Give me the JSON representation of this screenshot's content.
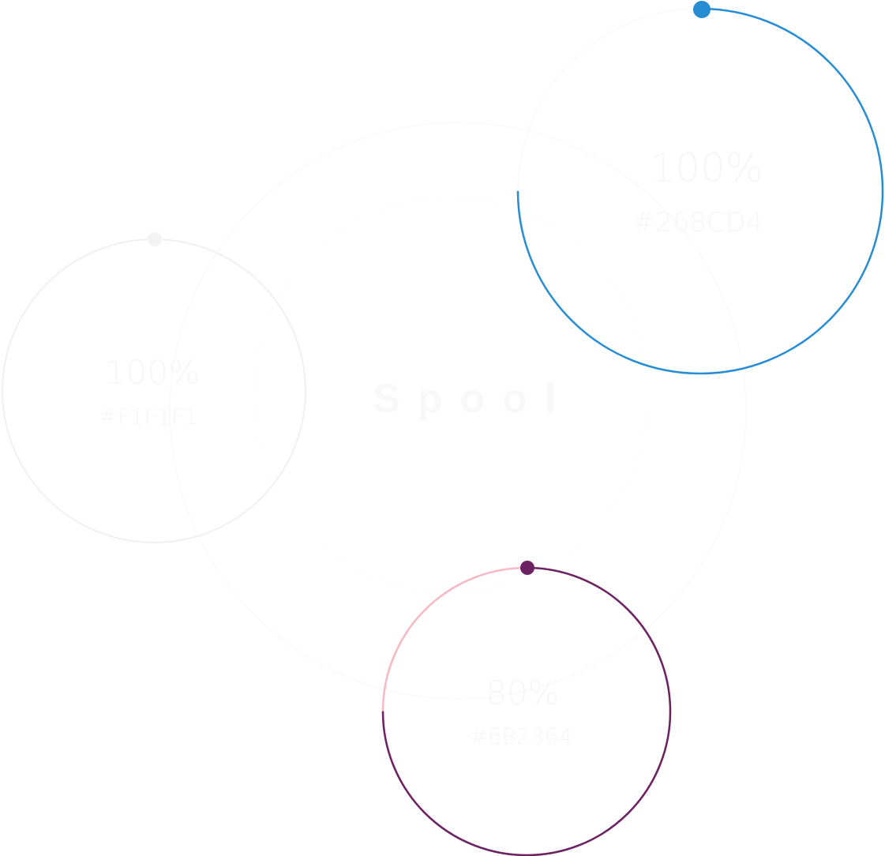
{
  "brand": "Spool",
  "rings": [
    {
      "percent_label": "100%",
      "hex_label": "#F1F1F1",
      "color": "#F1F1F1",
      "track_color": "#F8F8F8",
      "progress": 1.0
    },
    {
      "percent_label": "100%",
      "hex_label": "#268CD4",
      "color": "#268CD4",
      "track_color": "#FAFAFA",
      "progress": 0.75
    },
    {
      "percent_label": "80%",
      "hex_label": "#6B2364",
      "color": "#6B2364",
      "track_color": "#F5B8C4",
      "progress": 0.75
    }
  ]
}
